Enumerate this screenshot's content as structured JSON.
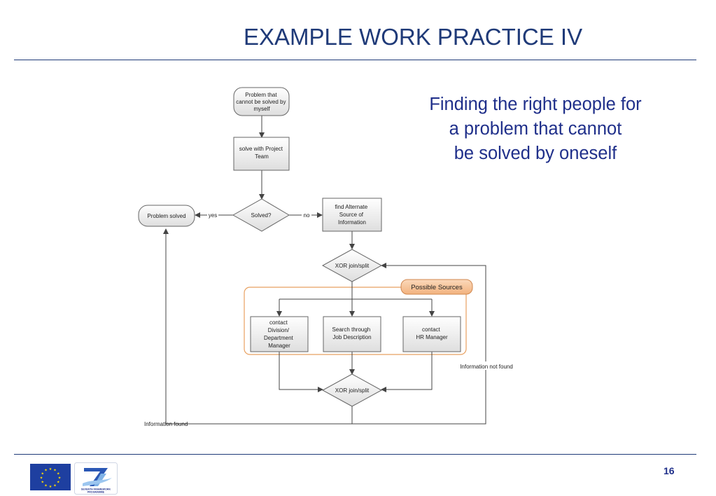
{
  "slide": {
    "title": "EXAMPLE WORK PRACTICE IV",
    "caption_lines": [
      "Finding the right people for",
      "a problem that cannot",
      "be solved by oneself"
    ],
    "page_number": "16"
  },
  "diagram": {
    "start": [
      "Problem that",
      "cannot be solved by",
      "myself"
    ],
    "project_team": [
      "solve with Project",
      "Team"
    ],
    "solved_decision": "Solved?",
    "problem_solved": "Problem solved",
    "yes_label": "yes",
    "no_label": "no",
    "alternate_source": [
      "find Alternate",
      "Source of",
      "Information"
    ],
    "xor_top": "XOR join/split",
    "possible_sources": "Possible Sources",
    "contact_division": [
      "contact",
      "Division/",
      "Department",
      "Manager"
    ],
    "job_description": [
      "Search through",
      "Job Description"
    ],
    "contact_hr": [
      "contact",
      "HR Manager"
    ],
    "xor_bottom": "XOR join/split",
    "info_not_found": "Information not found",
    "info_found": "Information found"
  },
  "footer": {
    "logos": [
      "eu-flag-logo",
      "seventh-framework-programme-logo"
    ],
    "fp7_lines": [
      "SEVENTH FRAMEWORK",
      "PROGRAMME"
    ]
  },
  "colors": {
    "title": "#1f3a78",
    "caption": "#1f2f8a",
    "sources_border": "#e8a060",
    "sources_label_fill": "#f9c9a0"
  }
}
